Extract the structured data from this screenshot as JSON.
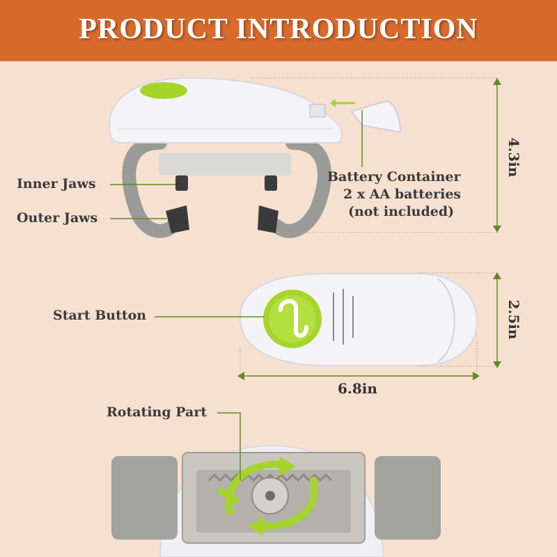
{
  "header": {
    "title": "PRODUCT INTRODUCTION"
  },
  "labels": {
    "inner_jaws": "Inner Jaws",
    "outer_jaws": "Outer Jaws",
    "battery_line1": "Battery Container",
    "battery_line2": "2 x AA batteries",
    "battery_line3": "(not included)",
    "start_button": "Start Button",
    "rotating_part": "Rotating Part"
  },
  "dimensions": {
    "height": "4.3in",
    "width": "6.8in",
    "depth": "2.5in"
  },
  "colors": {
    "banner": "#d86a2c",
    "background": "#f6e0d0",
    "accent_green": "#a6d52a",
    "callout_line": "#5b8c1e",
    "device_white": "#f4f4f8",
    "grey": "#8d8d8d"
  }
}
